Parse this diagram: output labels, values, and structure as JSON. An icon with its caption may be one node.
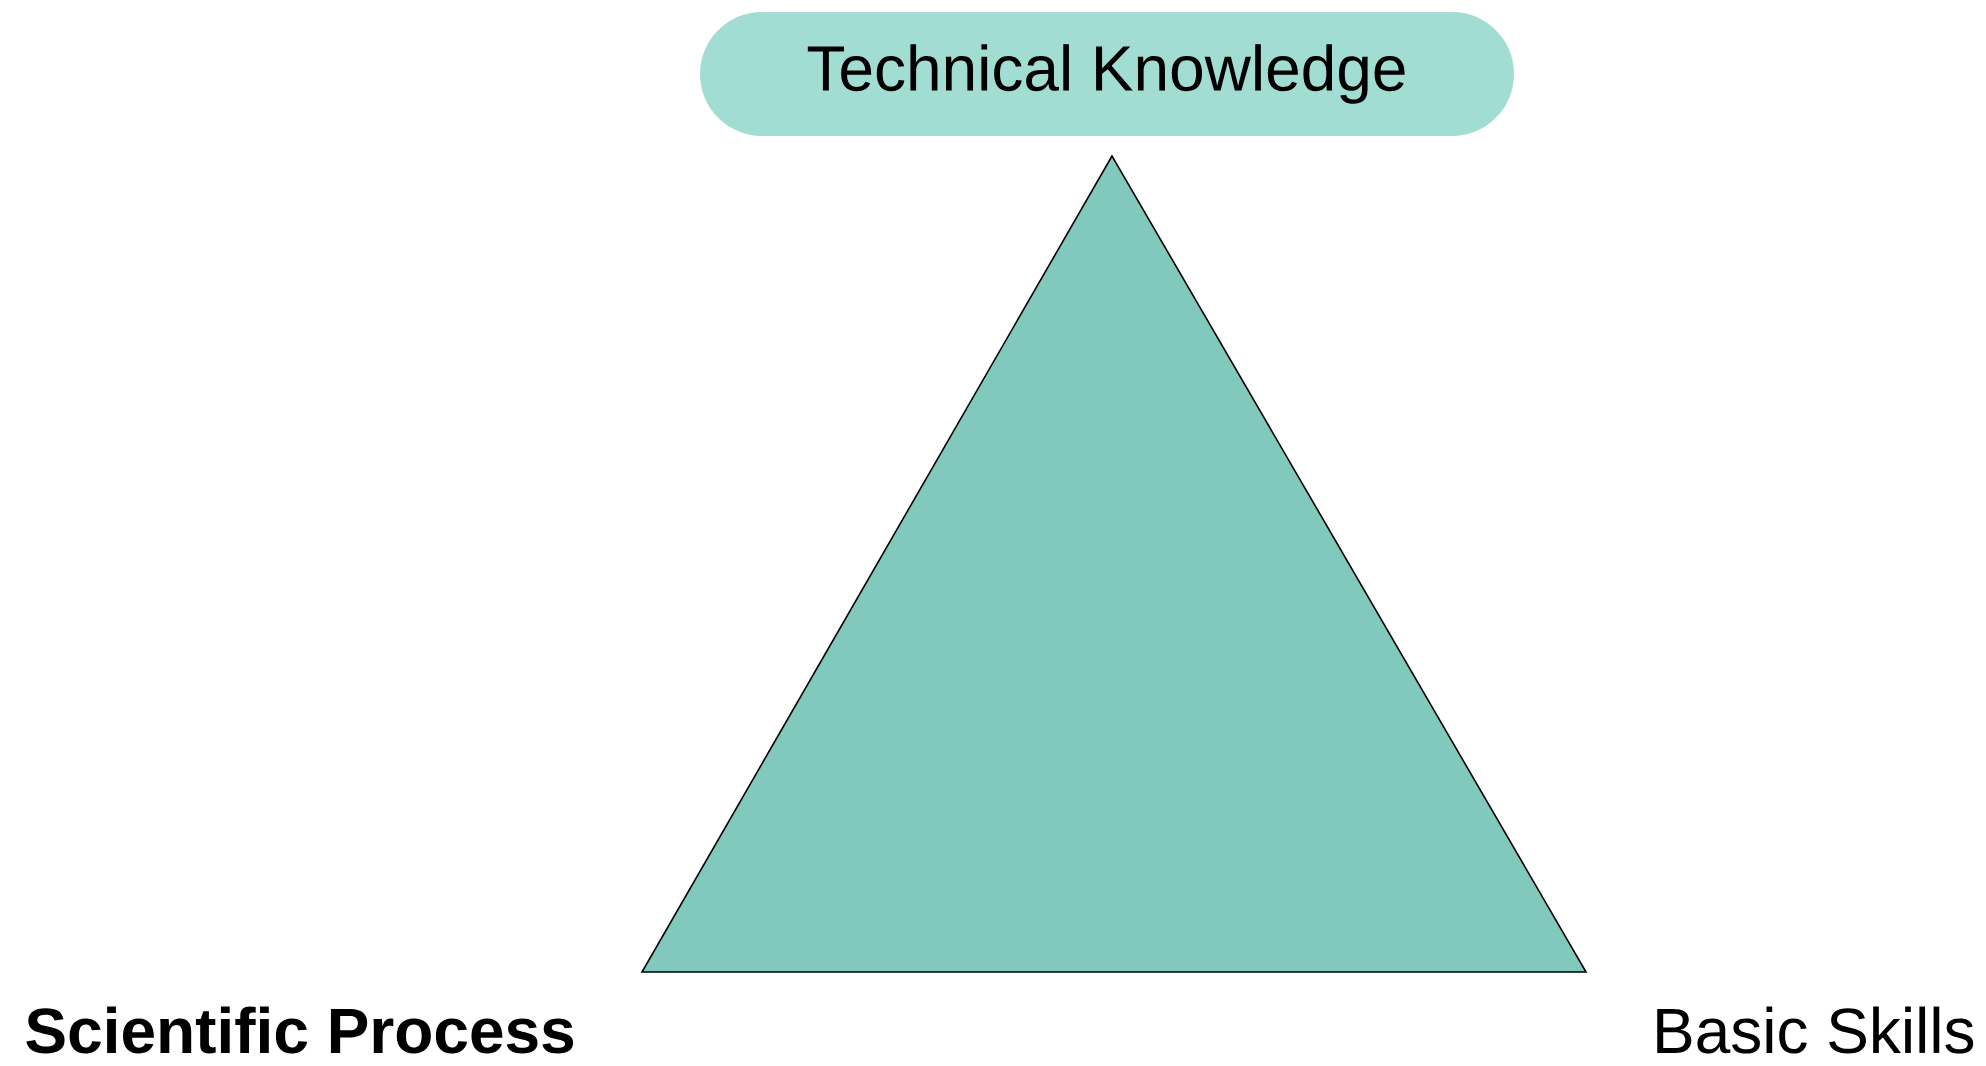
{
  "diagram": {
    "nodes": [
      {
        "text": [
          "Technical Knowledge"
        ]
      }
    ],
    "labels": [
      "Scientific Process",
      "Basic Skills"
    ]
  }
}
